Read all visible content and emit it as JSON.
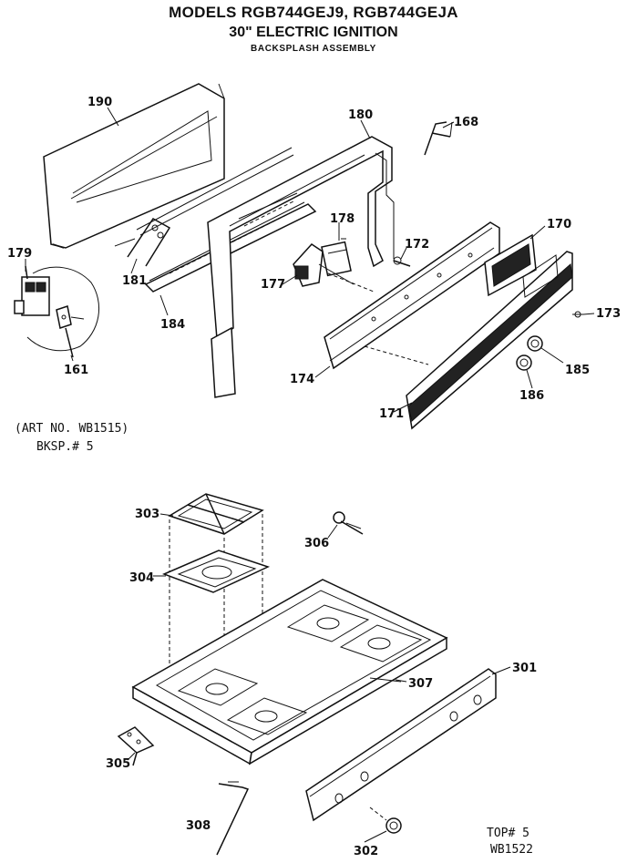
{
  "header": {
    "title": "MODELS RGB744GEJ9, RGB744GEJA",
    "subtitle": "30\" ELECTRIC IGNITION",
    "section": "BACKSPLASH ASSEMBLY"
  },
  "notes": {
    "art_no": "(ART NO. WB1515)",
    "bksp": "BKSP.# 5",
    "top": "TOP# 5",
    "top_code": "WB1522"
  },
  "parts": {
    "p190": "190",
    "p180": "180",
    "p168": "168",
    "p178": "178",
    "p172": "172",
    "p170": "170",
    "p179": "179",
    "p181": "181",
    "p177": "177",
    "p184": "184",
    "p161": "161",
    "p174": "174",
    "p173": "173",
    "p185": "185",
    "p186": "186",
    "p171": "171",
    "p303": "303",
    "p306": "306",
    "p304": "304",
    "p301": "301",
    "p307": "307",
    "p305": "305",
    "p308": "308",
    "p302": "302"
  }
}
